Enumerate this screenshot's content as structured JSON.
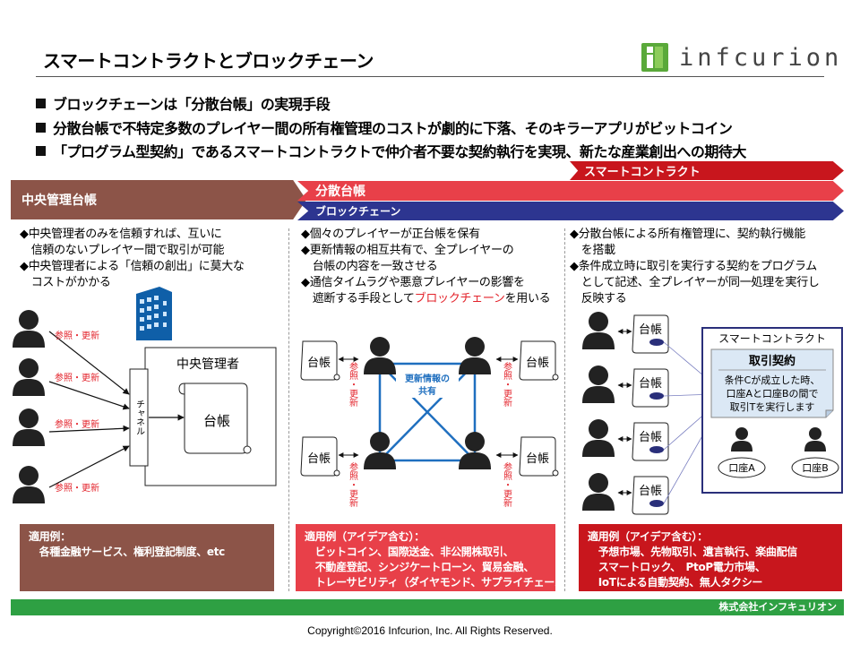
{
  "title": "スマートコントラクトとブロックチェーン",
  "logo": {
    "text": "infcurion",
    "color": "#5aa93a"
  },
  "bullets": [
    "ブロックチェーンは「分散台帳」の実現手段",
    "分散台帳で不特定多数のプレイヤー間の所有権管理のコストが劇的に下落、そのキラーアプリがビットコイン",
    "「プログラム型契約」であるスマートコントラクトで仲介者不要な契約執行を実現、新たな産業創出への期待大"
  ],
  "bars": {
    "smart": "スマートコントラクト",
    "central": "中央管理台帳",
    "distributed": "分散台帳",
    "blockchain": "ブロックチェーン"
  },
  "central": {
    "desc": [
      "◆中央管理者のみを信頼すれば、互いに",
      "　信頼のないプレイヤー間で取引が可能",
      "◆中央管理者による「信頼の創出」に莫大な",
      "　コストがかかる"
    ],
    "edge_label": "参照・更新",
    "admin_label": "中央管理者",
    "channel_label": "チャネル",
    "ledger_label": "台帳",
    "example_title": "適用例：",
    "example_lines": [
      "　各種金融サービス、権利登記制度、etc"
    ]
  },
  "distributed": {
    "desc_lines": [
      [
        "◆個々のプレイヤーが正台帳を保有"
      ],
      [
        "◆更新情報の相互共有で、全プレイヤーの"
      ],
      [
        "　台帳の内容を一致させる"
      ],
      [
        "◆通信タイムラグや悪意プレイヤーの影響を"
      ]
    ],
    "desc_last_prefix": "　遮断する手段として",
    "desc_last_highlight": "ブロックチェーン",
    "desc_last_suffix": "を用いる",
    "ledger_label": "台帳",
    "edge_label": "参照・更新",
    "center_label_1": "更新情報の",
    "center_label_2": "共有",
    "example_title": "適用例（アイデア含む）：",
    "example_lines": [
      "　ビットコイン、国際送金、非公開株取引、",
      "　不動産登記、シンジケートローン、貿易金融、",
      "　トレーサビリティ（ダイヤモンド、サプライチェーン）"
    ]
  },
  "smart": {
    "desc": [
      "◆分散台帳による所有権管理に、契約執行機能",
      "　を搭載",
      "◆条件成立時に取引を実行する契約をプログラム",
      "　として記述、全プレイヤーが同一処理を実行し",
      "　反映する"
    ],
    "ledger_label": "台帳",
    "box_title": "スマートコントラクト",
    "contract_title": "取引契約",
    "contract_lines": [
      "条件Cが成立した時、",
      "口座Aと口座Bの間で",
      "取引Tを実行します"
    ],
    "account_a": "口座A",
    "account_b": "口座B",
    "example_title": "適用例（アイデア含む）：",
    "example_lines": [
      "　予想市場、先物取引、遺言執行、楽曲配信",
      "　スマートロック、　PtoP電力市場、",
      "　IoTによる自動契約、無人タクシー"
    ]
  },
  "footer": {
    "company": "株式会社インフキュリオン",
    "copyright": "Copyright©2016 Infcurion, Inc. All Rights Reserved."
  },
  "colors": {
    "brown": "#8c5448",
    "red": "#e84049",
    "darkred": "#c8161d",
    "navy": "#2d3590",
    "green": "#2ea043",
    "link_blue": "#1f6fbf",
    "box_navy": "#2a2f7a",
    "contract_fill": "#dbe8f5"
  }
}
